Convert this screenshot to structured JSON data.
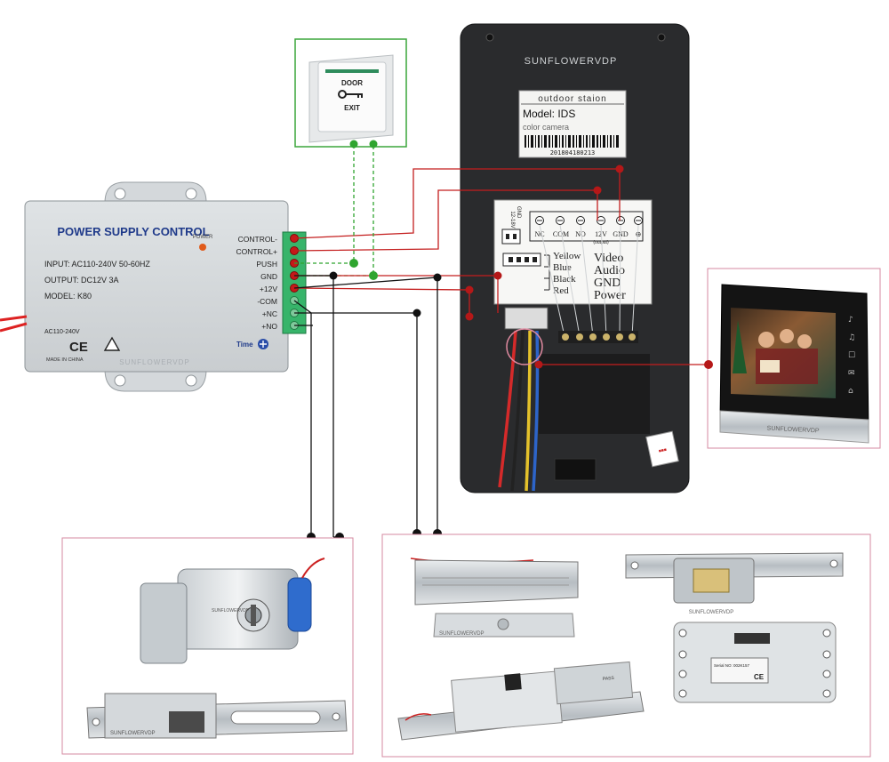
{
  "power_supply": {
    "title": "POWER SUPPLY CONTROL",
    "power_led_label": "POWER",
    "input": "INPUT: AC110-240V  50-60HZ",
    "output": "OUTPUT: DC12V  3A",
    "model": "MODEL: K80",
    "ac_label": "AC110-240V",
    "ce_mark": "CE",
    "made_in": "MADE IN CHINA",
    "brand": "SUNFLOWERVDP",
    "time_label": "Time",
    "terminals": [
      "CONTROL-",
      "CONTROL+",
      "PUSH",
      "GND",
      "+12V",
      "-COM",
      "+NC",
      "+NO"
    ]
  },
  "exit_button": {
    "line1": "DOOR",
    "line2": "EXIT"
  },
  "outdoor_station": {
    "brand": "SUNFLOWERVDP",
    "sticker_title": "outdoor staion",
    "model": "Model: IDS",
    "camera": "color camera",
    "barcode_number": "201804180213",
    "dc_label": "12-18V",
    "gnd_label": "GND",
    "terminals": [
      "NC",
      "COM",
      "NO",
      "12V",
      "GND",
      "⊕"
    ],
    "output_note": "(output)",
    "wire_colors": [
      "Yellow",
      "Blue",
      "Black",
      "Red"
    ],
    "wire_functions": [
      "Video",
      "Audio",
      "GND",
      "Power"
    ]
  },
  "monitor": {
    "brand": "SUNFLOWERVDP"
  },
  "locks": {
    "brand": "SUNFLOWERVDP",
    "bolt_labels": [
      "PASS",
      "Serial NO: 002K157"
    ],
    "ce_mark": "CE"
  }
}
